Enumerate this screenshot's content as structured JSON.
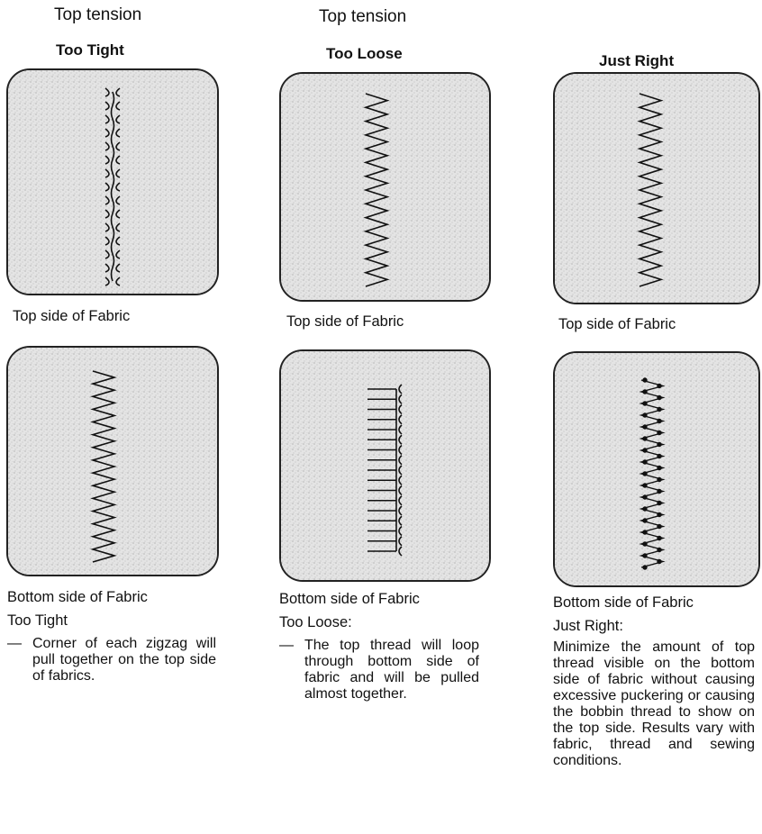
{
  "headers": [
    "Top tension",
    "Top tension"
  ],
  "columns": [
    {
      "title": "Too Tight",
      "top_caption": "Top side of Fabric",
      "bottom_caption": "Bottom side of Fabric",
      "label": "Too Tight",
      "dash": "—",
      "description": "Corner of each zigzag will pull together on the top side of fabrics."
    },
    {
      "title": "Too Loose",
      "top_caption": "Top side of Fabric",
      "bottom_caption": "Bottom side of Fabric",
      "label": "Too Loose:",
      "dash": "—",
      "description": "The top thread will loop through bottom side of fabric and will be pulled almost together."
    },
    {
      "title": "Just Right",
      "top_caption": "Top side of Fabric",
      "bottom_caption": "Bottom side of Fabric",
      "label": "Just Right:",
      "description": "Minimize the amount of top thread visible on the bottom side of fabric without causing excessive puckering or causing the bobbin thread to show on the top side. Results vary with fabric, thread and sewing conditions."
    }
  ]
}
